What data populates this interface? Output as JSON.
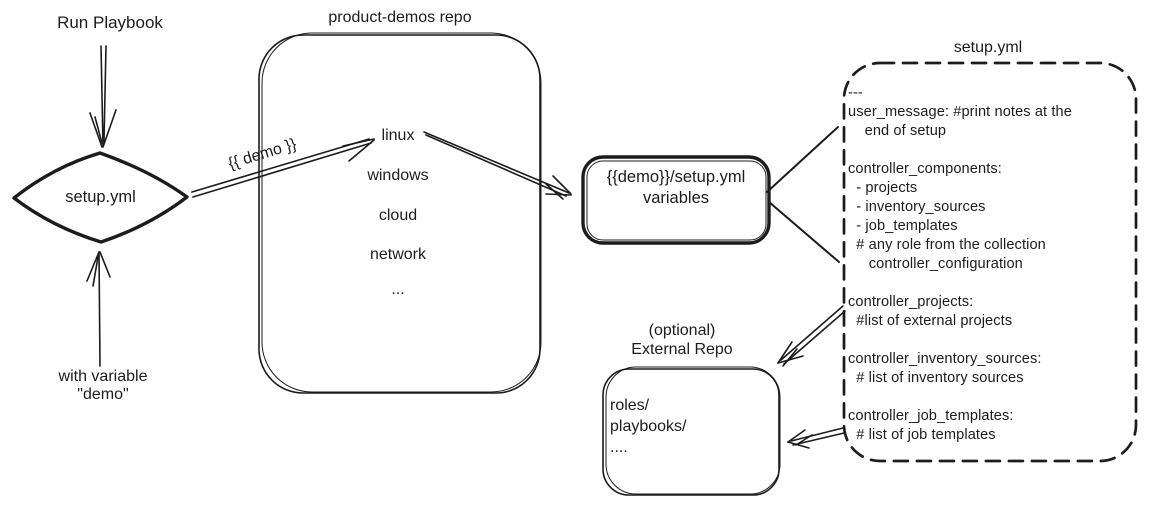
{
  "flow": {
    "run_playbook_label": "Run Playbook",
    "with_variable_label": "with variable\n\"demo\"",
    "demo_arrow_label": "{{ demo }}"
  },
  "diamond": {
    "label": "setup.yml"
  },
  "repo_box": {
    "title": "product-demos repo",
    "items": [
      "linux",
      "windows",
      "cloud",
      "network",
      "..."
    ]
  },
  "variables_box": {
    "line1": "{{demo}}/setup.yml",
    "line2": "variables"
  },
  "setup_yml_box": {
    "title": "setup.yml",
    "lines": [
      "---",
      "user_message: #print notes at the",
      "    end of setup",
      "",
      "controller_components:",
      "  - projects",
      "  - inventory_sources",
      "  - job_templates",
      "  # any role from the collection",
      "     controller_configuration",
      "",
      "controller_projects:",
      "  #list of external projects",
      "",
      "controller_inventory_sources:",
      "  # list of inventory sources",
      "",
      "controller_job_templates:",
      "  # list of job templates"
    ]
  },
  "external_repo_box": {
    "title": "(optional)\nExternal Repo",
    "lines": [
      "roles/",
      "playbooks/",
      "...."
    ]
  },
  "colors": {
    "ink": "#1c1c1c",
    "background": "#ffffff"
  }
}
